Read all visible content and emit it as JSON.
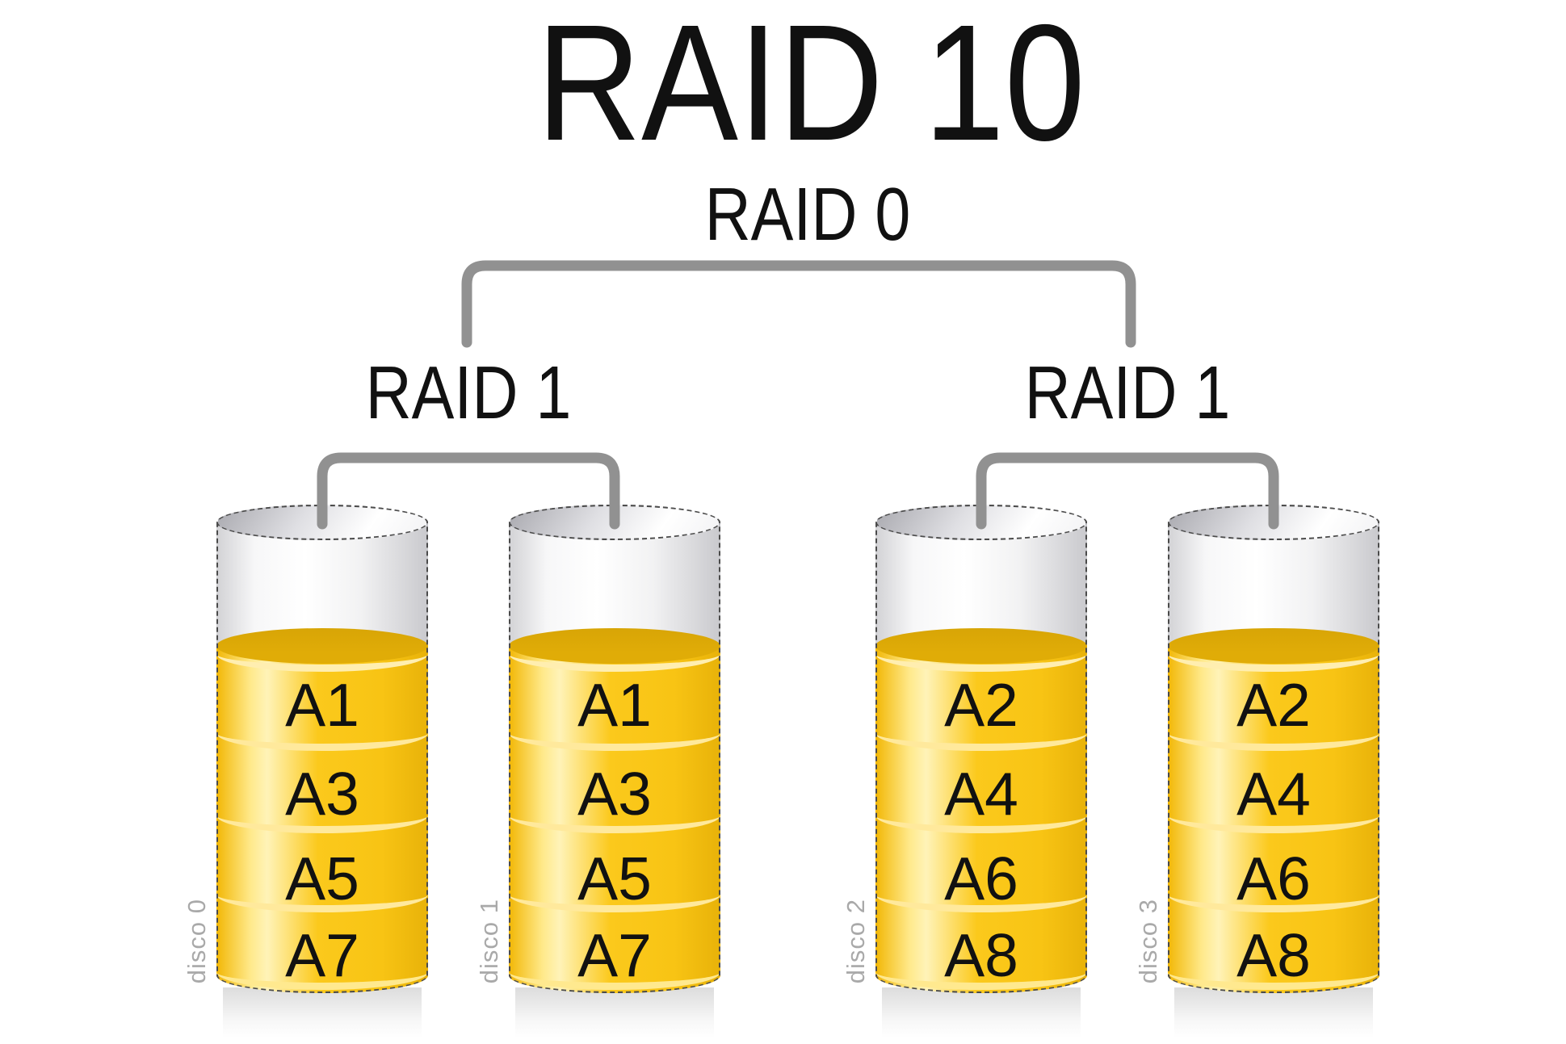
{
  "title": "RAID 10",
  "tree": {
    "root_label": "RAID 0",
    "groups": [
      {
        "label": "RAID 1",
        "disks": [
          {
            "name": "disco 0",
            "blocks": [
              "A1",
              "A3",
              "A5",
              "A7"
            ]
          },
          {
            "name": "disco 1",
            "blocks": [
              "A1",
              "A3",
              "A5",
              "A7"
            ]
          }
        ]
      },
      {
        "label": "RAID 1",
        "disks": [
          {
            "name": "disco 2",
            "blocks": [
              "A2",
              "A4",
              "A6",
              "A8"
            ]
          },
          {
            "name": "disco 3",
            "blocks": [
              "A2",
              "A4",
              "A6",
              "A8"
            ]
          }
        ]
      }
    ]
  },
  "colors": {
    "label_black": "#111111",
    "bracket_gray": "#919191",
    "outline_dark": "#4b4b4b",
    "disk_name_gray": "#a9a9a9",
    "gold_surface": "#e0ac07",
    "gold_body": "#fbc91c",
    "gold_highlight": "#fff3b8",
    "gold_deep": "#f2b705",
    "gold_rim": "#ffe99c"
  }
}
